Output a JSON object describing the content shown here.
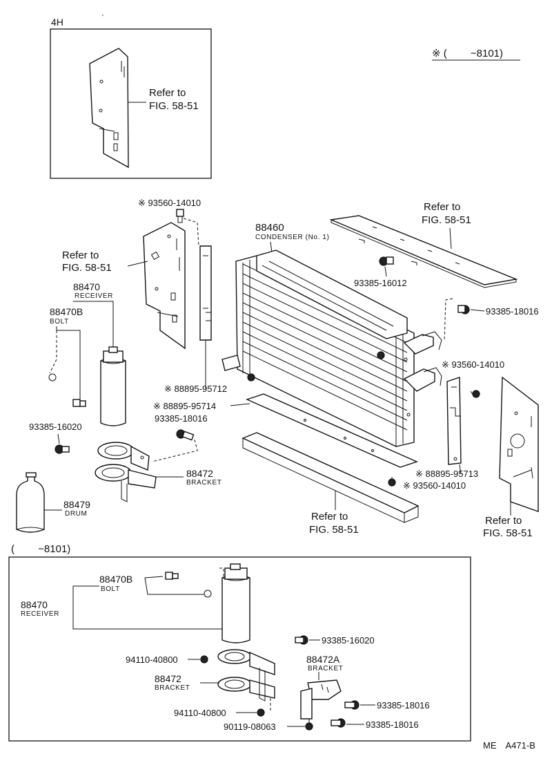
{
  "inset_top": {
    "label": "4H",
    "refer_to": "Refer to",
    "fig": "FIG. 58-51"
  },
  "marker_top": "※ (　　 −8101)",
  "main": {
    "condenser": {
      "number": "88460",
      "name": "CONDENSER (No. 1)"
    },
    "refer_top_right": {
      "refer_to": "Refer to",
      "fig": "FIG. 58-51"
    },
    "refer_left": {
      "refer_to": "Refer to",
      "fig": "FIG. 58-51"
    },
    "refer_bottom": {
      "refer_to": "Refer to",
      "fig": "FIG. 58-51"
    },
    "refer_right": {
      "refer_to": "Refer to",
      "fig": "FIG. 58-51"
    },
    "p_93385_16012": "93385-16012",
    "p_93385_18016_a": "93385-18016",
    "p_93560_14010_a": "※ 93560-14010",
    "p_93560_14010_b": "※ 93560-14010",
    "p_93560_14010_c": "※ 93560-14010",
    "p_88895_95712": "※ 88895-95712",
    "p_88895_95714": "※ 88895-95714",
    "p_88895_95713": "※ 88895-95713",
    "p_93385_18016_b": "93385-18016",
    "p_93385_16020": "93385-16020",
    "receiver": {
      "number": "88470",
      "name": "RECEIVER"
    },
    "bolt": {
      "number": "88470B",
      "name": "BOLT"
    },
    "bracket": {
      "number": "88472",
      "name": "BRACKET"
    },
    "drum": {
      "number": "88479",
      "name": "DRUM"
    }
  },
  "inset_bottom": {
    "label": "(　　 −8101)",
    "bolt": {
      "number": "88470B",
      "name": "BOLT"
    },
    "receiver": {
      "number": "88470",
      "name": "RECEIVER"
    },
    "p_93385_16020": "93385-16020",
    "p_94110_40800_a": "94110-40800",
    "bracket_a": {
      "number": "88472A",
      "name": "BRACKET"
    },
    "bracket": {
      "number": "88472",
      "name": "BRACKET"
    },
    "p_93385_18016_a": "93385-18016",
    "p_94110_40800_b": "94110-40800",
    "p_93385_18016_b": "93385-18016",
    "p_90119_08063": "90119-08063"
  },
  "footer_code": "ME　A471-B"
}
